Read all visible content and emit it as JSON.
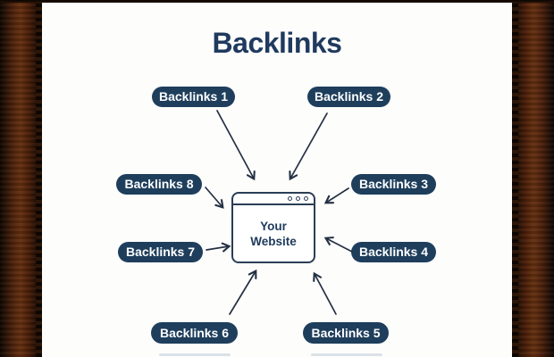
{
  "title": "Backlinks",
  "center": {
    "line1": "Your",
    "line2": "Website"
  },
  "nodes": [
    {
      "label": "Backlinks 1"
    },
    {
      "label": "Backlinks 2"
    },
    {
      "label": "Backlinks 3"
    },
    {
      "label": "Backlinks 4"
    },
    {
      "label": "Backlinks 5"
    },
    {
      "label": "Backlinks 6"
    },
    {
      "label": "Backlinks 7"
    },
    {
      "label": "Backlinks 8"
    }
  ],
  "colors": {
    "node_fill": "#1e3e5c",
    "node_text": "#ffffff",
    "title_text": "#203a5e",
    "arrow": "#243042",
    "window_border": "#2a3e56",
    "background": "#fdfdfc",
    "frame_wood": "#5e2c0f"
  }
}
